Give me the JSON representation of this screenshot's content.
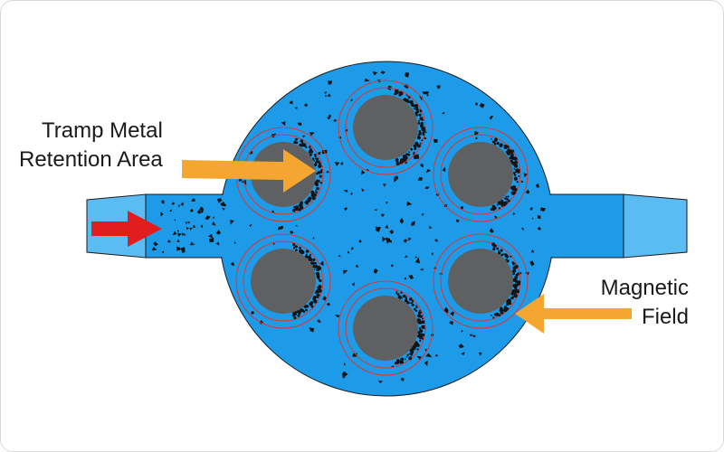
{
  "labels": {
    "tramp_line1": "Tramp Metal",
    "tramp_line2": "Retention Area",
    "magnetic_line1": "Magnetic",
    "magnetic_line2": "Field"
  },
  "colors": {
    "housing": "#1e9be8",
    "housing_light": "#5bbcf3",
    "housing_edge": "#1a1a1a",
    "rod": "#5f6062",
    "field_ring": "#e0342c",
    "particles": "#141414",
    "callout_arrow": "#f5a630",
    "flow_arrow": "#e21d1d"
  },
  "icons": {
    "flow": "inlet-flow-arrow-icon",
    "callout": "callout-arrow-icon"
  }
}
